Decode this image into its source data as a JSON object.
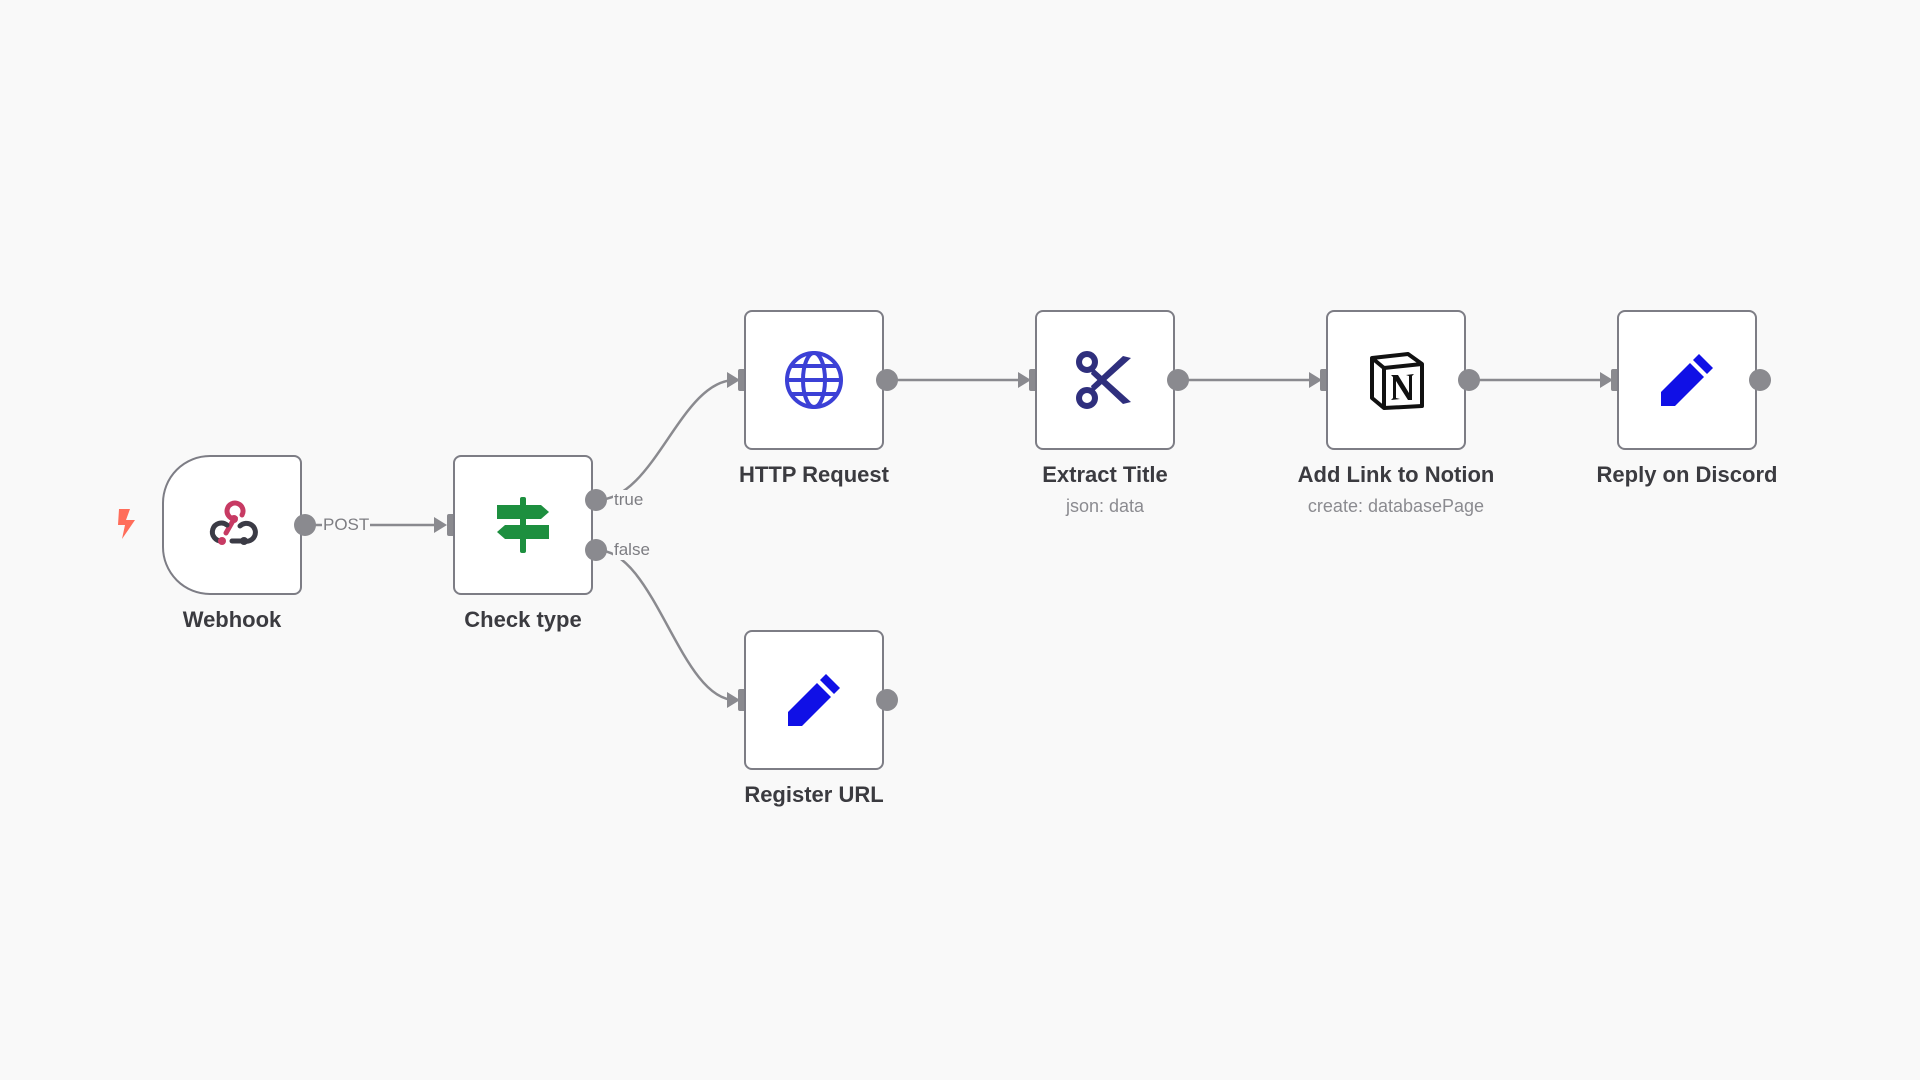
{
  "nodes": {
    "webhook": {
      "title": "Webhook",
      "icon": "webhook-icon",
      "trigger_icon": "lightning-bolt-icon"
    },
    "check_type": {
      "title": "Check type",
      "icon": "signpost-icon"
    },
    "http_request": {
      "title": "HTTP Request",
      "icon": "globe-icon"
    },
    "extract_title": {
      "title": "Extract Title",
      "subtitle": "json: data",
      "icon": "scissors-icon"
    },
    "add_link_notion": {
      "title": "Add Link to Notion",
      "subtitle": "create: databasePage",
      "icon": "notion-icon"
    },
    "reply_discord": {
      "title": "Reply on Discord",
      "icon": "pencil-icon"
    },
    "register_url": {
      "title": "Register URL",
      "icon": "pencil-icon"
    }
  },
  "connections": {
    "webhook_to_check": "POST",
    "check_true": "true",
    "check_false": "false"
  },
  "colors": {
    "background": "#f9f9f9",
    "node_border": "#7d7d85",
    "connector": "#8a8a8f",
    "trigger_bolt": "#ff6d5a",
    "webhook_red": "#c73a63",
    "signpost_green": "#1d8f3f",
    "globe_blue": "#3b40d6",
    "scissors_navy": "#2f2f7d",
    "pencil_blue": "#1010e6",
    "notion_black": "#111111"
  }
}
